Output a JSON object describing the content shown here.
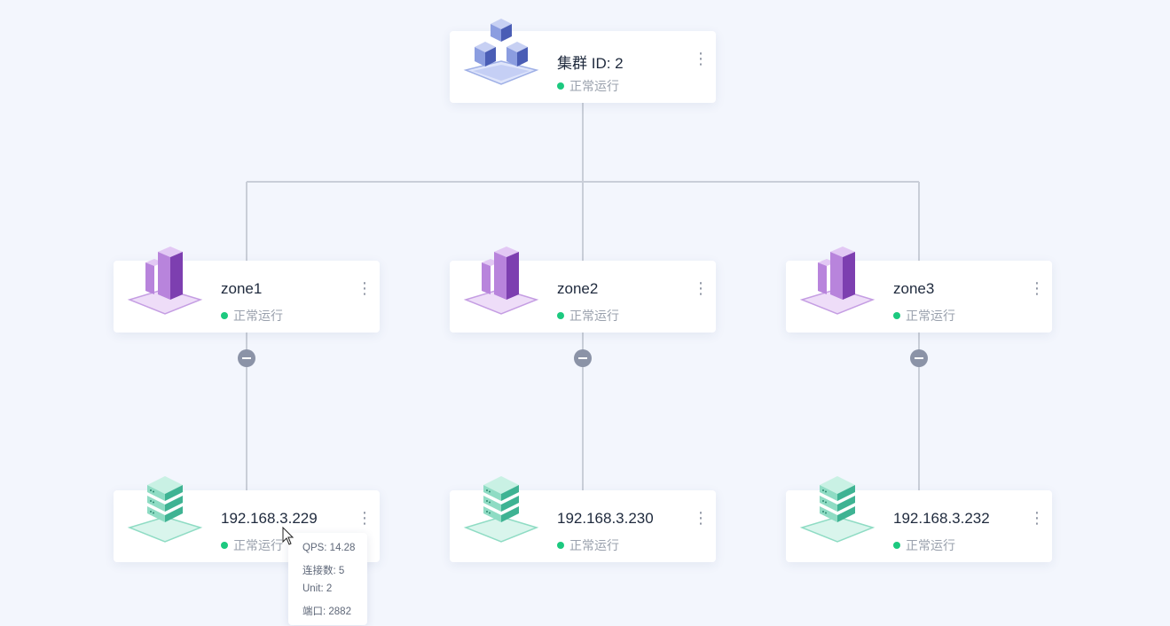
{
  "cluster": {
    "title": "集群 ID: 2",
    "status": "正常运行",
    "icon": "cluster-cubes-icon"
  },
  "zones": [
    {
      "title": "zone1",
      "status": "正常运行",
      "icon": "zone-building-icon"
    },
    {
      "title": "zone2",
      "status": "正常运行",
      "icon": "zone-building-icon"
    },
    {
      "title": "zone3",
      "status": "正常运行",
      "icon": "zone-building-icon"
    }
  ],
  "servers": [
    {
      "title": "192.168.3.229",
      "status": "正常运行",
      "icon": "server-stack-icon"
    },
    {
      "title": "192.168.3.230",
      "status": "正常运行",
      "icon": "server-stack-icon"
    },
    {
      "title": "192.168.3.232",
      "status": "正常运行",
      "icon": "server-stack-icon"
    }
  ],
  "more_icon": "⋮",
  "tooltip": {
    "qps": "QPS: 14.28",
    "connections": "连接数: 5",
    "unit": "Unit: 2",
    "port": "端口: 2882"
  },
  "colors": {
    "background": "#f3f6fd",
    "status_ok": "#1cc97f",
    "line": "#c9ced8",
    "cluster_accent": "#4f63b8",
    "zone_accent": "#7d3fb0",
    "server_accent": "#3fb393"
  }
}
